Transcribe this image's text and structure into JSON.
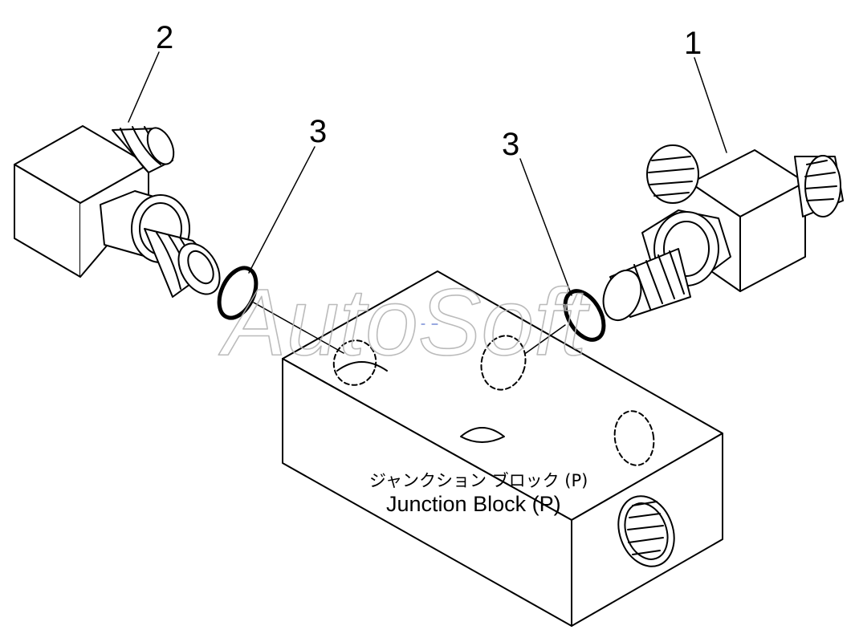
{
  "callouts": {
    "part_1": "1",
    "part_2": "2",
    "part_3_left": "3",
    "part_3_right": "3"
  },
  "block_label": {
    "japanese": "ジャンクション ブロック (P)",
    "english": "Junction Block (P)"
  },
  "watermark": "AutoSoft",
  "colors": {
    "line": "#000000",
    "background": "#ffffff",
    "watermark": "#b4b4b4"
  }
}
